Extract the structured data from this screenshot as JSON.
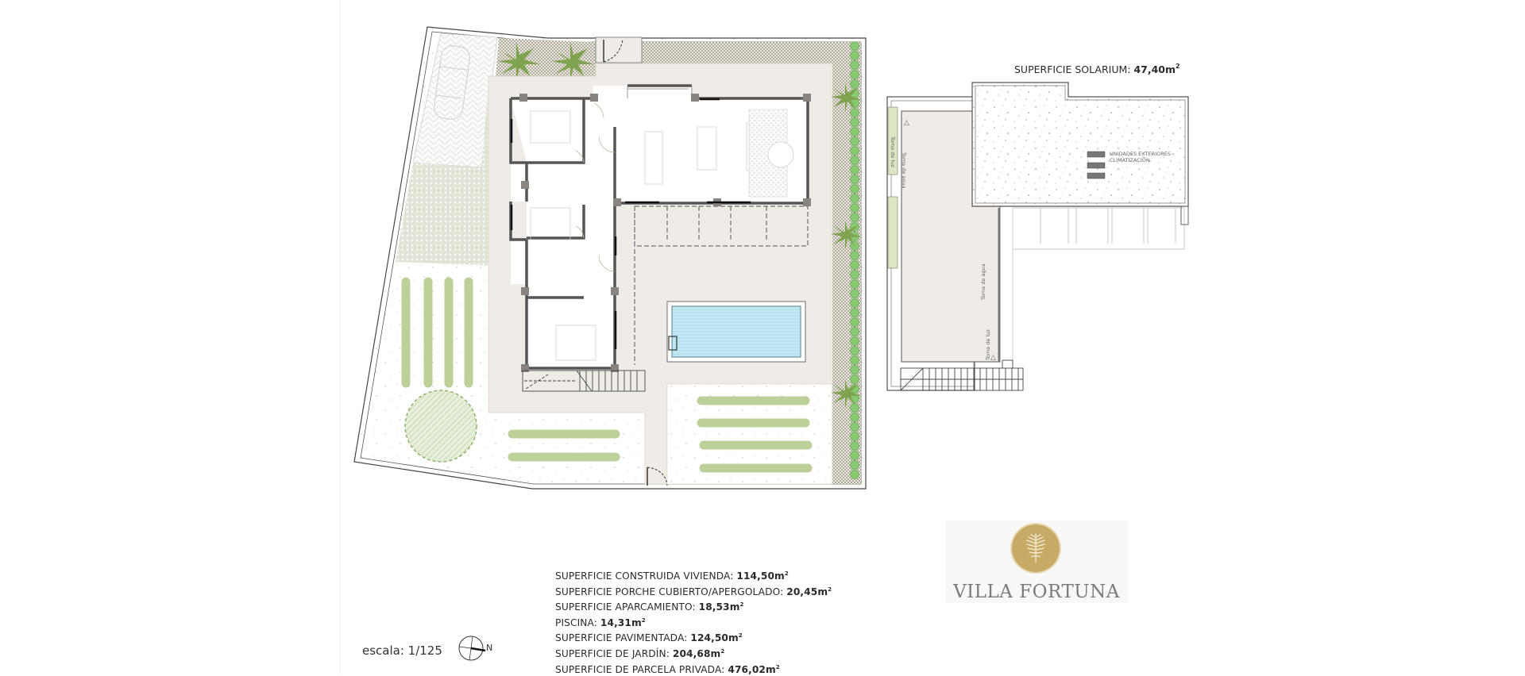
{
  "sheet": {
    "title": "Villa Fortuna floor plan and solarium plan",
    "scale_label": "escala: 1/125",
    "north_label": "N"
  },
  "areas": [
    {
      "label": "SUPERFICIE CONSTRUIDA VIVIENDA: ",
      "value": "114,50m",
      "unit_sup": "2"
    },
    {
      "label": "SUPERFICIE PORCHE CUBIERTO/APERGOLADO: ",
      "value": "20,45m",
      "unit_sup": "2"
    },
    {
      "label": "SUPERFICIE APARCAMIENTO: ",
      "value": "18,53m",
      "unit_sup": "2"
    },
    {
      "label": "PISCINA: ",
      "value": "14,31m",
      "unit_sup": "2"
    },
    {
      "label": "SUPERFICIE PAVIMENTADA: ",
      "value": "124,50m",
      "unit_sup": "2"
    },
    {
      "label": "SUPERFICIE DE JARDÍN: ",
      "value": "204,68m",
      "unit_sup": "2"
    },
    {
      "label": "SUPERFICIE DE PARCELA PRIVADA: ",
      "value": "476,02m",
      "unit_sup": "2"
    }
  ],
  "solarium": {
    "title_label": "SUPERFICIE SOLARIUM: ",
    "title_value": "47,40m",
    "unit_sup": "2",
    "annotations": {
      "ac_units_line1": "UNIDADES EXTERIORES",
      "ac_units_line2": "CLIMATIZACIÓN",
      "toma_luz_top": "Toma de luz",
      "toma_agua_top": "Toma de agua",
      "toma_agua_bottom": "Toma de agua",
      "toma_luz_bottom": "Toma de luz"
    }
  },
  "brand": {
    "name": "VILLA FORTUNA",
    "color_gold": "#c7aa66",
    "color_text": "#7b7b7b"
  },
  "colors": {
    "paving": "#efebe7",
    "garden_green": "#c9d9a6",
    "hedge_green": "#8fcf7a",
    "pool_blue": "#bfe6f2",
    "wall": "#555555"
  }
}
